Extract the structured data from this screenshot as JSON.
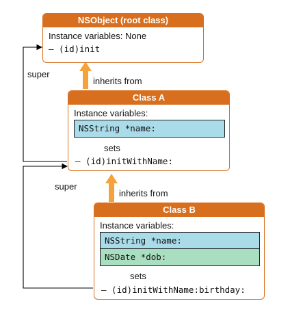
{
  "nsobject": {
    "title": "NSObject (root class)",
    "ivars_label": "Instance variables: None",
    "method": "– (id)init"
  },
  "class_a": {
    "title": "Class A",
    "ivars_label": "Instance variables:",
    "ivars": [
      "NSString *name:"
    ],
    "sets_label": "sets",
    "method": "– (id)initWithName:"
  },
  "class_b": {
    "title": "Class B",
    "ivars_label": "Instance variables:",
    "ivars": [
      "NSString *name:",
      "NSDate *dob:"
    ],
    "sets_label": "sets",
    "method": "– (id)initWithName:birthday:"
  },
  "inherits_from_label": "inherits from",
  "super_label": "super",
  "colors": {
    "header": "#d86f1f",
    "inherit_arrow": "#f3a33a",
    "ivar_string": "#a9dbe9",
    "ivar_date": "#a9dfc0"
  }
}
